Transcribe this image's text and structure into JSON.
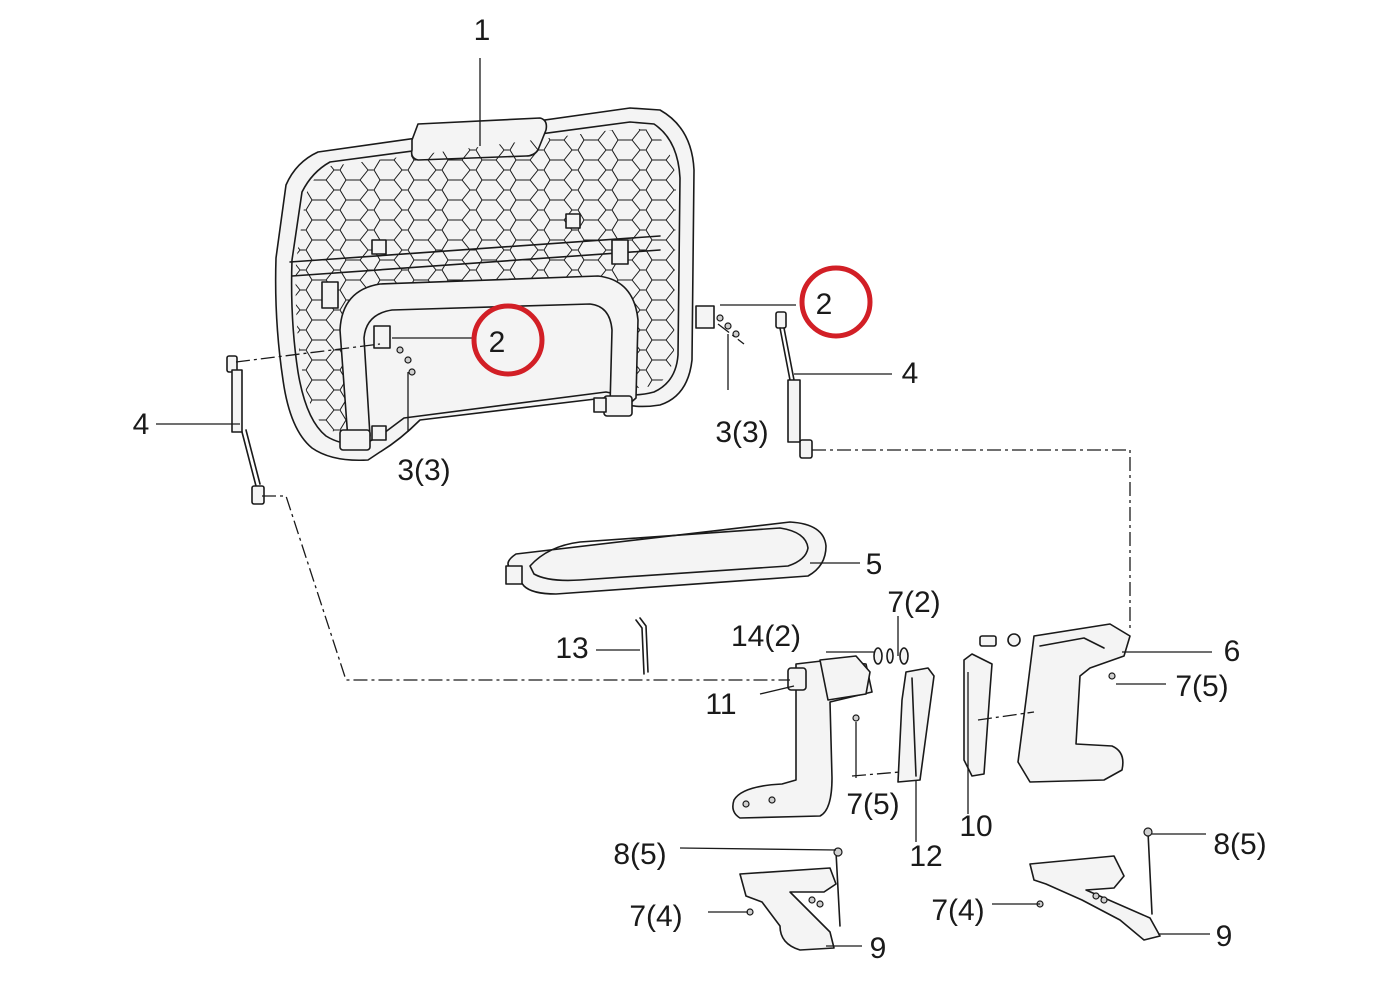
{
  "callouts": [
    {
      "id": "c1",
      "label": "1"
    },
    {
      "id": "c2a",
      "label": "2",
      "highlighted": true
    },
    {
      "id": "c2b",
      "label": "2",
      "highlighted": true
    },
    {
      "id": "c3a",
      "label": "3(3)"
    },
    {
      "id": "c3b",
      "label": "3(3)"
    },
    {
      "id": "c4a",
      "label": "4"
    },
    {
      "id": "c4b",
      "label": "4"
    },
    {
      "id": "c5",
      "label": "5"
    },
    {
      "id": "c6",
      "label": "6"
    },
    {
      "id": "c7a",
      "label": "7(2)"
    },
    {
      "id": "c7b",
      "label": "7(5)"
    },
    {
      "id": "c7c",
      "label": "7(5)"
    },
    {
      "id": "c7d",
      "label": "7(4)"
    },
    {
      "id": "c7e",
      "label": "7(4)"
    },
    {
      "id": "c8a",
      "label": "8(5)"
    },
    {
      "id": "c8b",
      "label": "8(5)"
    },
    {
      "id": "c9a",
      "label": "9"
    },
    {
      "id": "c9b",
      "label": "9"
    },
    {
      "id": "c10",
      "label": "10"
    },
    {
      "id": "c11",
      "label": "11"
    },
    {
      "id": "c12",
      "label": "12"
    },
    {
      "id": "c13",
      "label": "13"
    },
    {
      "id": "c14",
      "label": "14(2)"
    }
  ],
  "colors": {
    "line": "#1a1a1a",
    "highlight": "#d21f26",
    "background": "#ffffff"
  }
}
